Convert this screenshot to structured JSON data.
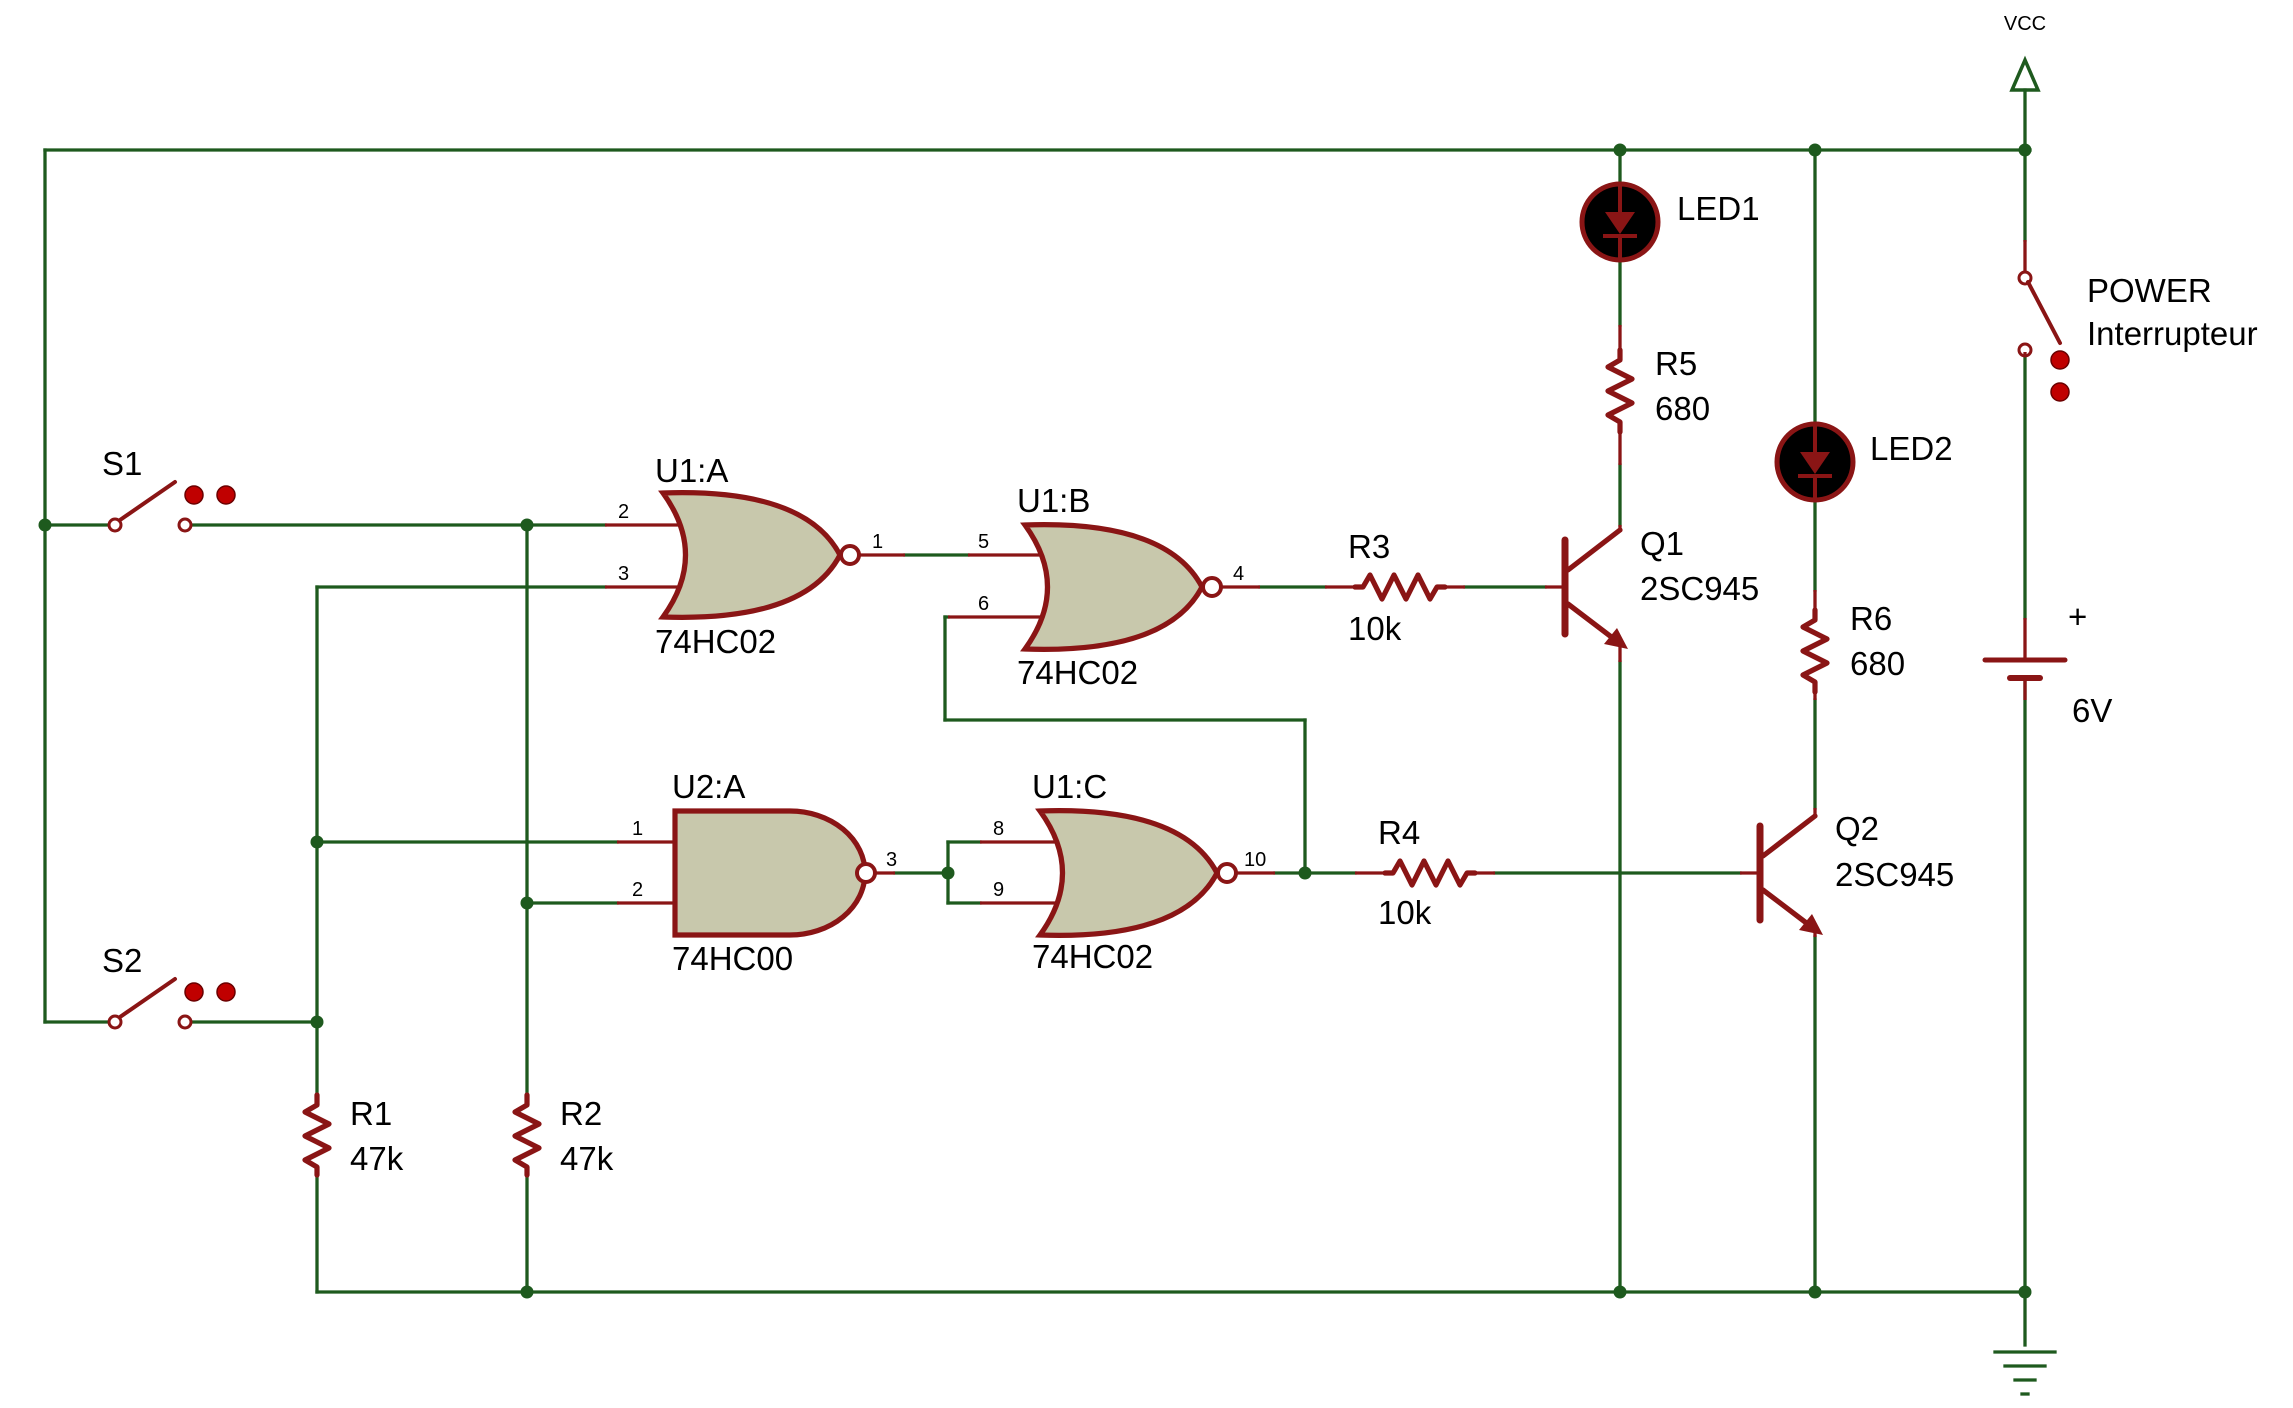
{
  "vcc": {
    "label": "VCC"
  },
  "power_switch": {
    "name": "POWER",
    "value": "Interrupteur"
  },
  "battery": {
    "polarity": "+",
    "value": "6V"
  },
  "switches": [
    {
      "name": "S1"
    },
    {
      "name": "S2"
    }
  ],
  "gates": [
    {
      "ref": "U1:A",
      "part": "74HC02",
      "type": "NOR",
      "pins": [
        "2",
        "3",
        "1"
      ]
    },
    {
      "ref": "U1:B",
      "part": "74HC02",
      "type": "NOR",
      "pins": [
        "5",
        "6",
        "4"
      ]
    },
    {
      "ref": "U2:A",
      "part": "74HC00",
      "type": "NAND",
      "pins": [
        "1",
        "2",
        "3"
      ]
    },
    {
      "ref": "U1:C",
      "part": "74HC02",
      "type": "NOR",
      "pins": [
        "8",
        "9",
        "10"
      ]
    }
  ],
  "resistors": [
    {
      "name": "R1",
      "value": "47k"
    },
    {
      "name": "R2",
      "value": "47k"
    },
    {
      "name": "R3",
      "value": "10k"
    },
    {
      "name": "R4",
      "value": "10k"
    },
    {
      "name": "R5",
      "value": "680"
    },
    {
      "name": "R6",
      "value": "680"
    }
  ],
  "transistors": [
    {
      "name": "Q1",
      "value": "2SC945"
    },
    {
      "name": "Q2",
      "value": "2SC945"
    }
  ],
  "leds": [
    {
      "name": "LED1"
    },
    {
      "name": "LED2"
    }
  ],
  "colors": {
    "wire": "#1e5a1e",
    "component": "#8a1515",
    "gate_fill": "#c8c8ac",
    "background": "#ffffff"
  }
}
